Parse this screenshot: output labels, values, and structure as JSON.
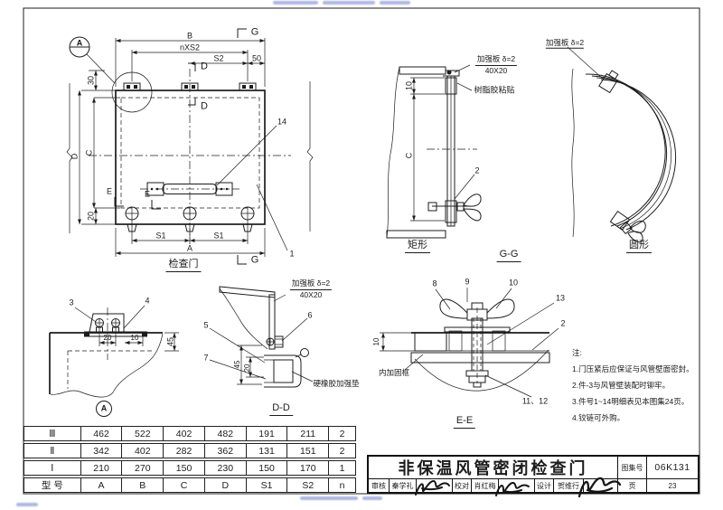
{
  "titleblock": {
    "title": "非保温风管密闭检查门",
    "atlas_label": "图集号",
    "atlas_no": "06K131",
    "page_label": "页",
    "page_no": "23",
    "reviewer_label": "审核",
    "reviewer_name": "秦学礼",
    "checker_label": "校对",
    "checker_name": "肖红梅",
    "designer_label": "设计",
    "designer_name": "贺维行"
  },
  "notes": {
    "title": "注:",
    "items": [
      "1.门压紧后应保证与风管壁面密封。",
      "2.件-3与风管壁装配时铆牢。",
      "3.件号1~14明细表见本图集24页。",
      "4.铰链可外购。"
    ]
  },
  "spec_table": {
    "rows": [
      [
        "Ⅲ",
        "462",
        "522",
        "402",
        "482",
        "191",
        "211",
        "2"
      ],
      [
        "Ⅱ",
        "342",
        "402",
        "282",
        "362",
        "131",
        "151",
        "2"
      ],
      [
        "Ⅰ",
        "210",
        "270",
        "150",
        "230",
        "150",
        "170",
        "1"
      ],
      [
        "型 号",
        "A",
        "B",
        "C",
        "D",
        "S1",
        "S2",
        "n"
      ]
    ]
  },
  "captions": {
    "main": "检查门",
    "gg": "G-G",
    "gg_rect": "矩形",
    "gg_round": "圆形",
    "dd": "D-D",
    "ee": "E-E"
  },
  "labels": {
    "reinforce_plate": "加强板 δ=2",
    "plate_size": "40X20",
    "resin_glue": "树脂胶粘贴",
    "rubber_pad": "硬橡胶加强垫",
    "inner_frame": "内加固框"
  },
  "dims": {
    "B": "B",
    "nxS2": "nXS2",
    "S2": "S2",
    "n50": "50",
    "n30": "30",
    "D": "D",
    "C": "C",
    "E": "E",
    "n20": "20",
    "S1": "S1",
    "A": "A",
    "n10": "10",
    "n45": "45"
  },
  "marks": {
    "G": "G",
    "D": "D",
    "A": "A"
  },
  "parts": {
    "p1": "1",
    "p2": "2",
    "p3": "3",
    "p4": "4",
    "p5": "5",
    "p6": "6",
    "p7": "7",
    "p8": "8",
    "p9": "9",
    "p10": "10",
    "p11_12": "11、12",
    "p13": "13",
    "p14": "14"
  },
  "colors": {
    "line": "#1c1c1c",
    "watermark": "#4a63c8"
  }
}
